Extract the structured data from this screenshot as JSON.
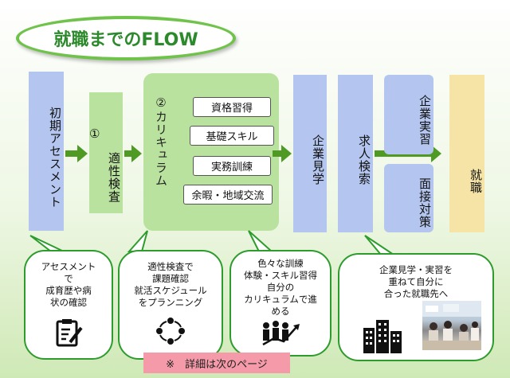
{
  "title": "就職までのFLOW",
  "steps": {
    "assessment": "初期アセスメント",
    "aptitude_num": "①",
    "aptitude": "適性検査",
    "curriculum_num": "②",
    "curriculum": "カリキュラム",
    "curriculum_items": [
      "資格習得",
      "基礎スキル",
      "実務訓練",
      "余暇・地域交流"
    ],
    "company_visit": "企業見学",
    "job_search": "求人検索",
    "internship": "企業実習",
    "interview": "面接対策",
    "employment": "就職"
  },
  "callouts": {
    "c1": [
      "アセスメント",
      "で",
      "成育歴や病",
      "状の確認"
    ],
    "c2": [
      "適性検査で",
      "課題確認",
      "就活スケジュール",
      "をプランニング"
    ],
    "c3": [
      "色々な訓練",
      "体験・スキル習得",
      "自分の",
      "カリキュラムで進",
      "める"
    ],
    "c4": [
      "企業見学・実習を",
      "重ねて自分に",
      "合った就職先へ"
    ]
  },
  "note": "※　詳細は次のページ",
  "colors": {
    "green_accent": "#4f9a24",
    "blue_box": "#b4c6ef",
    "green_box": "#b9e29e",
    "tan_box": "#f5e4a6",
    "note_pink": "#f59aa8"
  }
}
